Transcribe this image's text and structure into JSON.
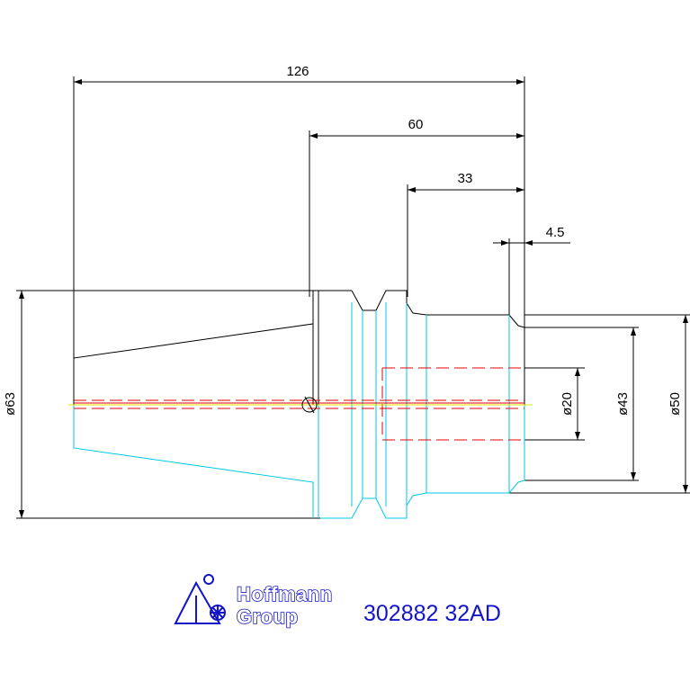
{
  "dimensions": {
    "overall_length": "126",
    "length_60": "60",
    "length_33": "33",
    "length_4_5": "4.5",
    "dia_63": "ø63",
    "dia_20": "ø20",
    "dia_43": "ø43",
    "dia_50": "ø50"
  },
  "logo": {
    "line1": "Hoffmann",
    "line2": "Group"
  },
  "part_number": "302882 32AD",
  "colors": {
    "outline": "#000000",
    "shank_edges": "#00c8e6",
    "hidden_lines": "#e60000",
    "center_line": "#e6e600",
    "brand_blue": "#1414c8"
  }
}
